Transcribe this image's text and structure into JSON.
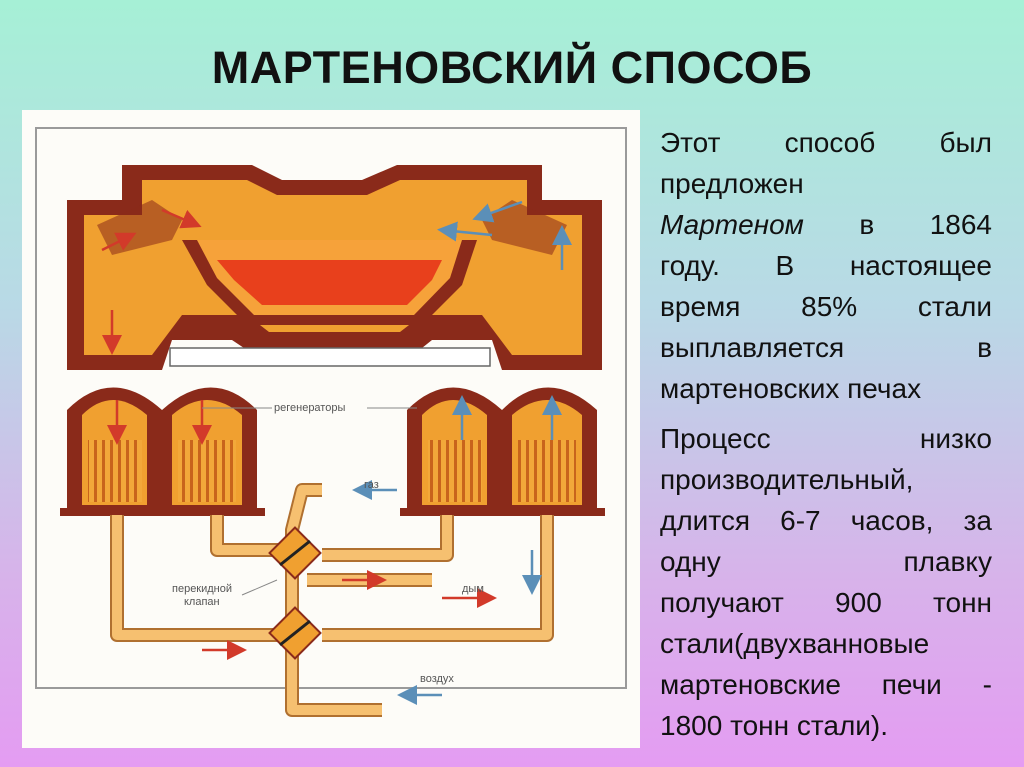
{
  "title": "МАРТЕНОВСКИЙ СПОСОБ",
  "paragraph1": {
    "line1": [
      "Этот",
      "способ",
      "был"
    ],
    "line2": "предложен",
    "line3_em": "Мартеном",
    "line3_rest": [
      "в",
      "1864"
    ],
    "line4": [
      "году.",
      "В",
      "настоящее"
    ],
    "line5": [
      "время",
      "85%",
      "стали"
    ],
    "line6": [
      "выплавляется",
      "в"
    ],
    "line7": "мартеновских печах"
  },
  "paragraph2": {
    "line1": [
      "Процесс",
      "низко"
    ],
    "line2": "производительный,",
    "line3": [
      "длится",
      "6-7",
      "часов,",
      "за"
    ],
    "line4": [
      "одну",
      "плавку"
    ],
    "line5": [
      "получают",
      "900",
      "тонн"
    ],
    "line6": "стали(двухванновые",
    "line7": [
      "мартеновские",
      "печи",
      "-"
    ],
    "line8": "1800 тонн стали)."
  },
  "diagram_labels": {
    "regenerators": "регенераторы",
    "gas": "газ",
    "valve_line1": "перекидной",
    "valve_line2": "клапан",
    "smoke": "дым",
    "air": "воздух"
  },
  "colors": {
    "brick": "#8a2a1a",
    "orange": "#f0a030",
    "light_orange": "#f6c070",
    "melt": "#e8401c",
    "arrow_red": "#d23a2a",
    "arrow_blue": "#5b8fb8"
  }
}
